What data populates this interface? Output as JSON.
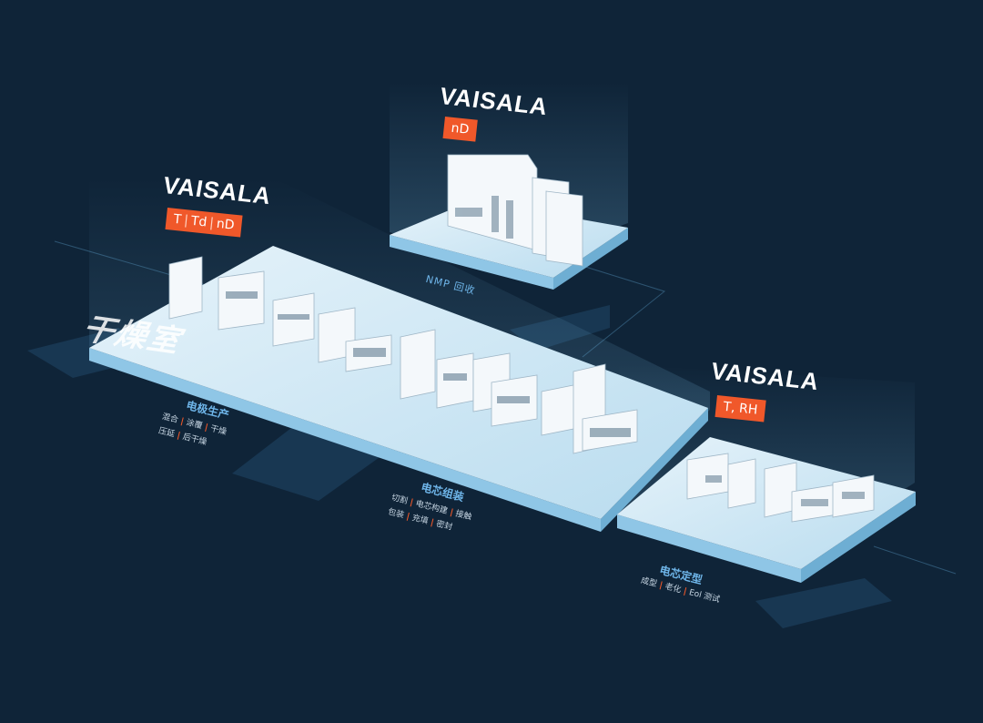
{
  "platforms": {
    "dry_room": {
      "brand": "VAISALA",
      "tag": [
        "T",
        "Td",
        "nD"
      ],
      "room_label": "干燥室"
    },
    "nmp": {
      "brand": "VAISALA",
      "tag": [
        "nD"
      ],
      "label": "NMP 回收"
    },
    "formation": {
      "brand": "VAISALA",
      "tag": [
        "T, RH"
      ]
    }
  },
  "zones": {
    "electrode": {
      "title": "电极生产",
      "row1": [
        "混合",
        "涂覆",
        "干燥"
      ],
      "row2": [
        "压延",
        "后干燥"
      ]
    },
    "assembly": {
      "title": "电芯组装",
      "row1": [
        "切割",
        "电芯构建",
        "接触"
      ],
      "row2": [
        "包装",
        "充填",
        "密封"
      ]
    },
    "formation": {
      "title": "电芯定型",
      "row1": [
        "成型",
        "老化",
        "Eol 测试"
      ]
    }
  },
  "colors": {
    "background": "#0f2438",
    "platform_top": "#d7eaf5",
    "platform_side": "#8fc6e6",
    "accent": "#f0582a",
    "zone_title": "#6fb6ea"
  }
}
